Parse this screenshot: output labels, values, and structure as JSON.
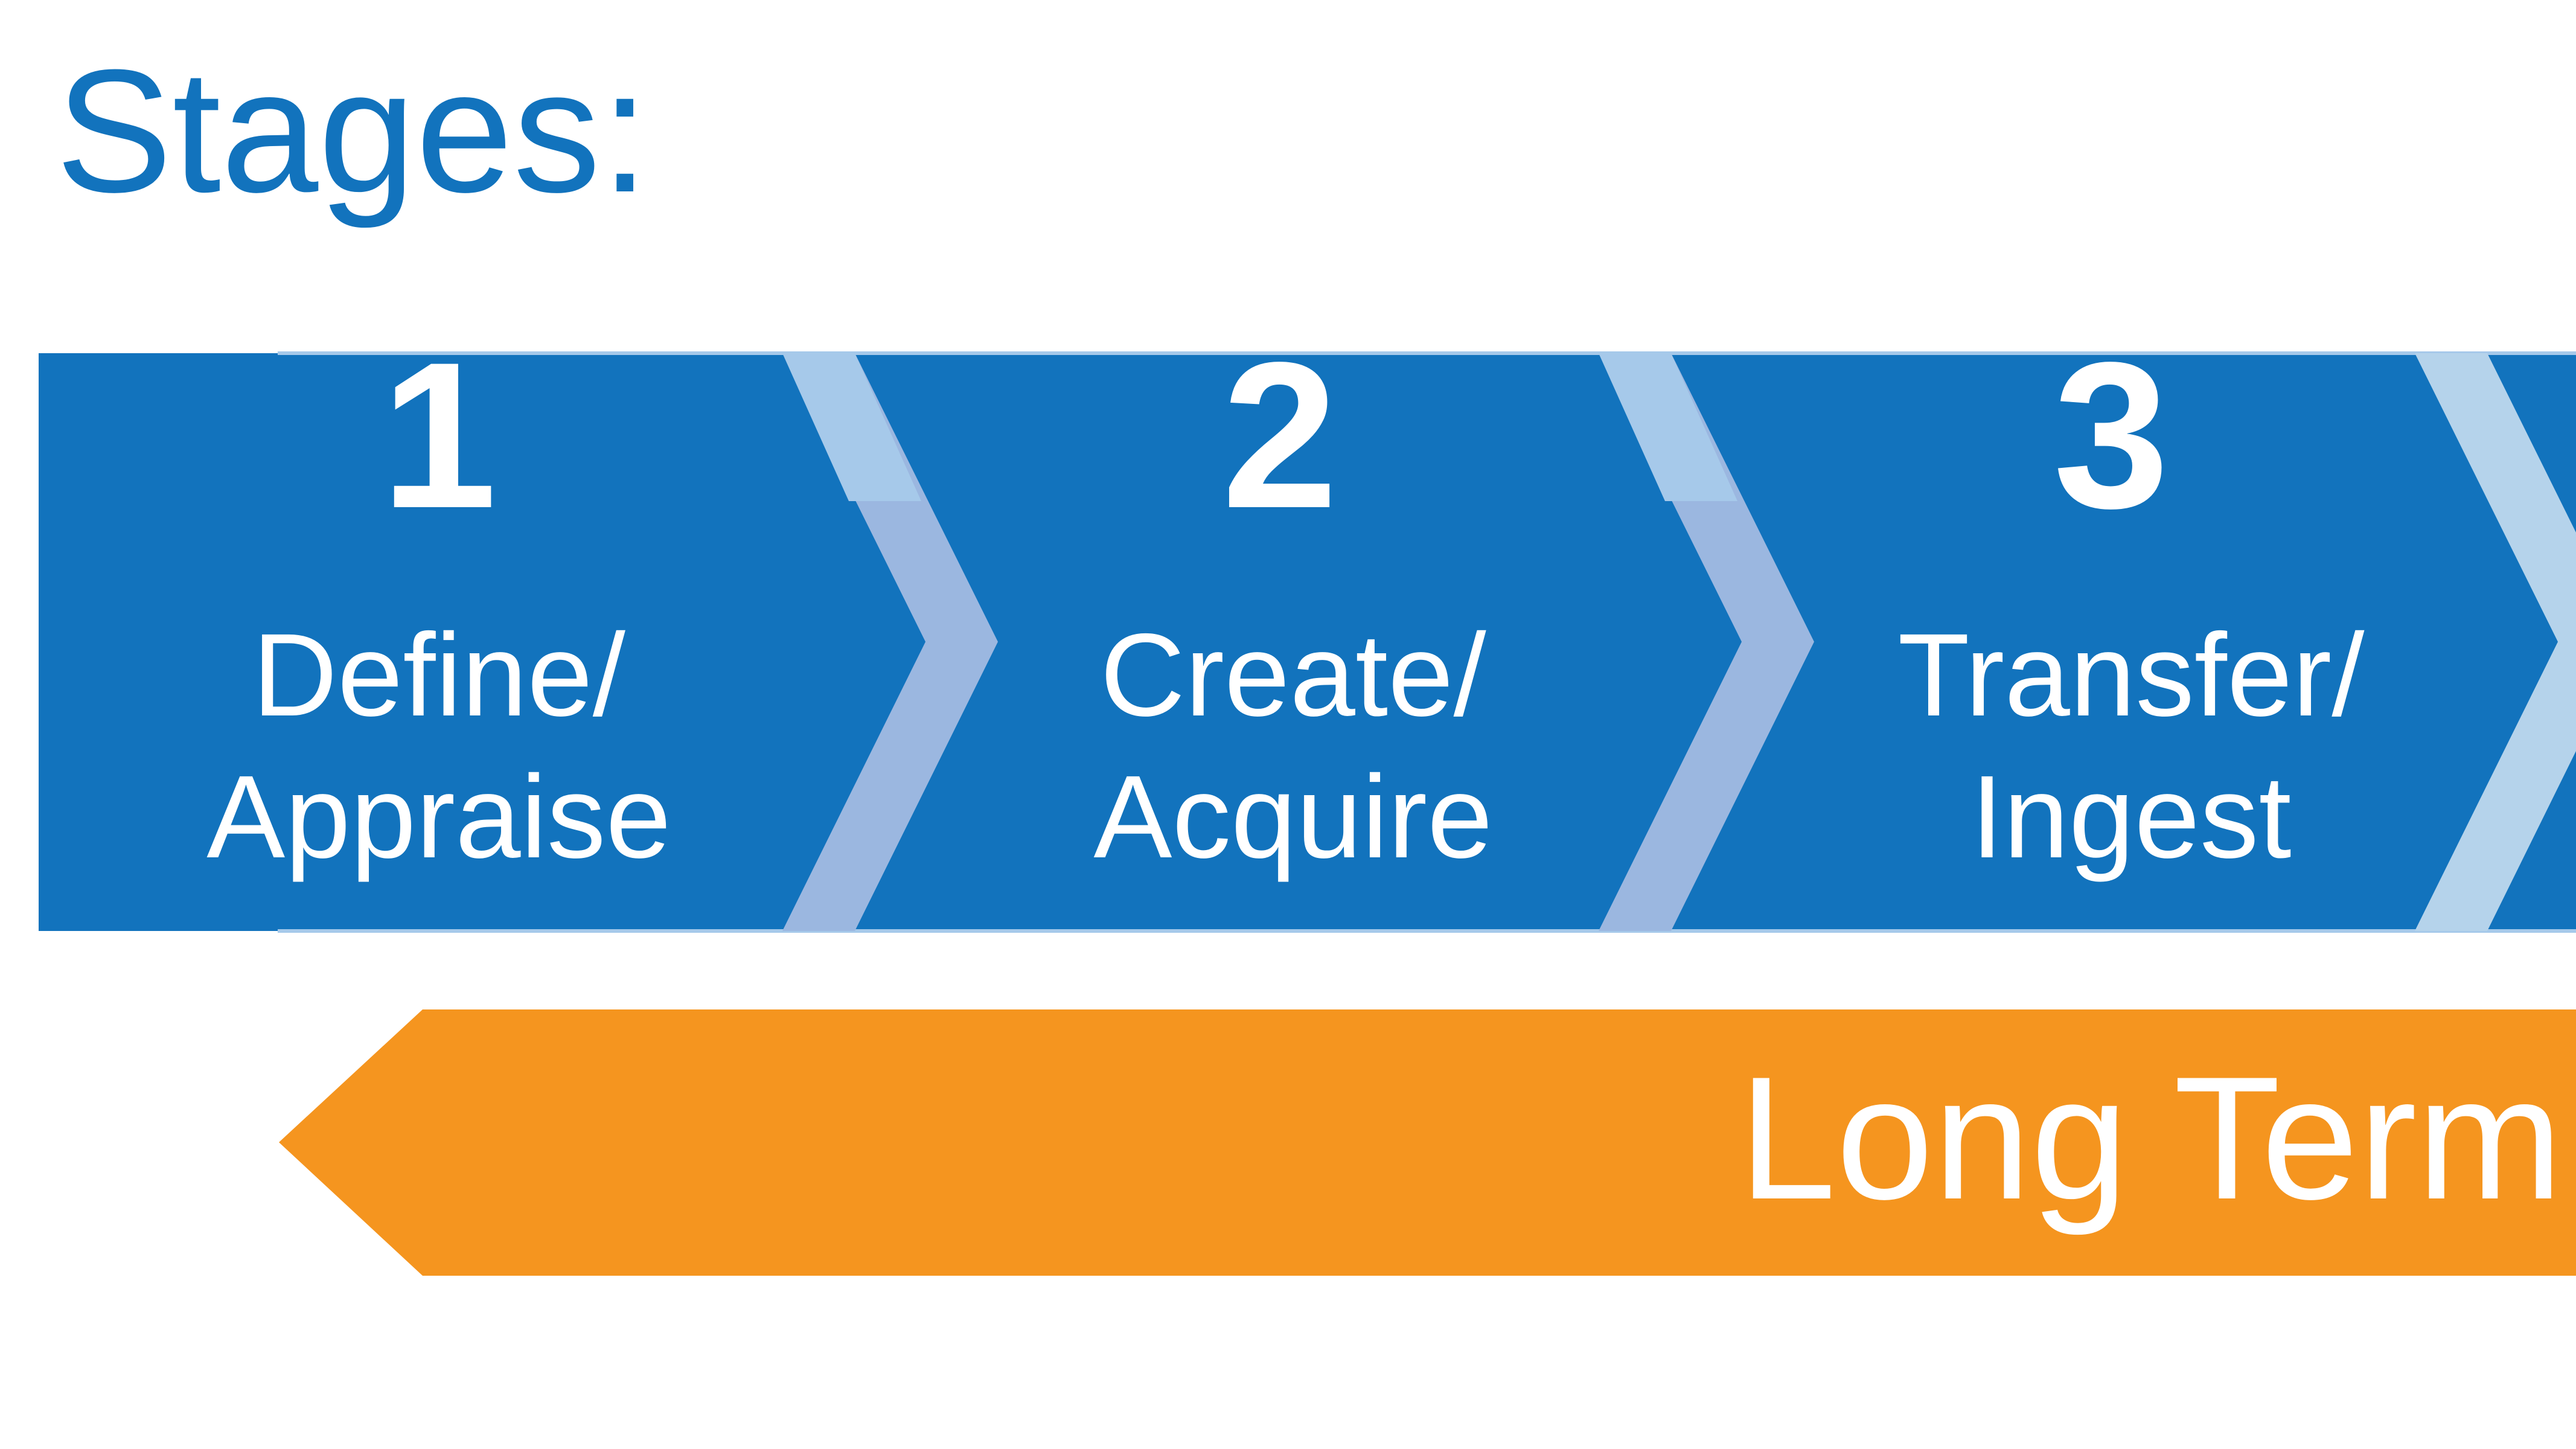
{
  "title": "Stages:",
  "colors": {
    "title": "#1273bd",
    "stage_band": "#1273bd",
    "chevron_light": "#a6c9ea",
    "chevron_mid": "#9bb7e0",
    "bottom_arrow": "#f5951f",
    "text_on_fill": "#ffffff"
  },
  "stages": [
    {
      "number": "1",
      "line1": "Define/",
      "line2": "Appraise"
    },
    {
      "number": "2",
      "line1": "Create/",
      "line2": "Acquire"
    },
    {
      "number": "3",
      "line1": "Transfer/",
      "line2": "Ingest"
    }
  ],
  "bottom_arrow": {
    "label": "Long Term I",
    "direction": "left"
  }
}
